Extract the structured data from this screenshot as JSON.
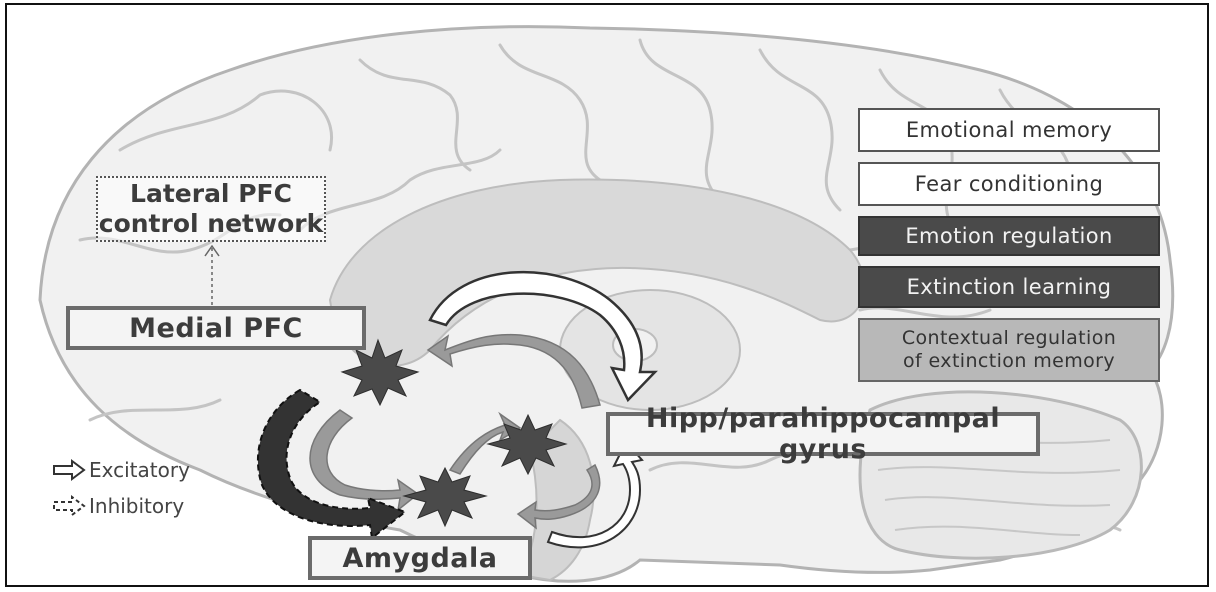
{
  "regions": {
    "lateral_pfc_line1": "Lateral PFC",
    "lateral_pfc_line2": "control network",
    "medial_pfc": "Medial PFC",
    "hippocampus": "Hipp/parahippocampal gyrus",
    "amygdala": "Amygdala"
  },
  "function_legend": {
    "emotional_memory": "Emotional memory",
    "fear_conditioning": "Fear conditioning",
    "emotion_regulation": "Emotion regulation",
    "extinction_learning": "Extinction learning",
    "contextual_line1": "Contextual regulation",
    "contextual_line2": "of extinction memory"
  },
  "arrow_key": {
    "excitatory": "Excitatory",
    "inhibitory": "Inhibitory"
  },
  "colors": {
    "white_box": "#ffffff",
    "dark_box": "#4a4a4a",
    "gray_box": "#b8b8b8",
    "star": "#4a4a4a",
    "brain_fill": "#f1f1f1",
    "brain_stroke": "#b9b9b9"
  }
}
